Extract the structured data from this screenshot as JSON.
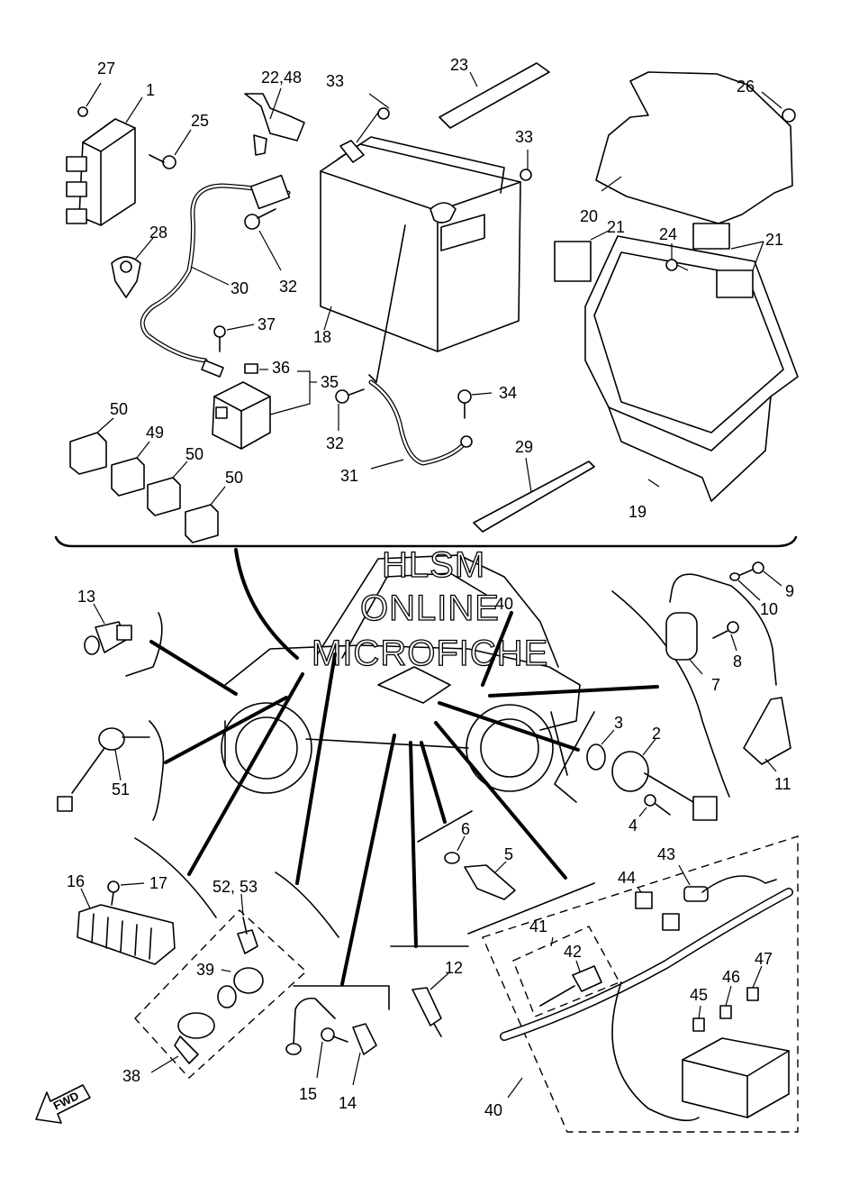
{
  "watermark": {
    "line1": "HLSM",
    "line2": "ONLINE",
    "line3": "MICROFICHE"
  },
  "direction_arrow": "FWD",
  "callouts": [
    {
      "id": "c1",
      "text": "1"
    },
    {
      "id": "c2",
      "text": "2"
    },
    {
      "id": "c3",
      "text": "3"
    },
    {
      "id": "c4",
      "text": "4"
    },
    {
      "id": "c5",
      "text": "5"
    },
    {
      "id": "c6",
      "text": "6"
    },
    {
      "id": "c7",
      "text": "7"
    },
    {
      "id": "c8",
      "text": "8"
    },
    {
      "id": "c9",
      "text": "9"
    },
    {
      "id": "c10",
      "text": "10"
    },
    {
      "id": "c11",
      "text": "11"
    },
    {
      "id": "c12",
      "text": "12"
    },
    {
      "id": "c13",
      "text": "13"
    },
    {
      "id": "c14",
      "text": "14"
    },
    {
      "id": "c15",
      "text": "15"
    },
    {
      "id": "c16",
      "text": "16"
    },
    {
      "id": "c17",
      "text": "17"
    },
    {
      "id": "c18",
      "text": "18"
    },
    {
      "id": "c19",
      "text": "19"
    },
    {
      "id": "c20",
      "text": "20"
    },
    {
      "id": "c21a",
      "text": "21"
    },
    {
      "id": "c21b",
      "text": "21"
    },
    {
      "id": "c22",
      "text": "22,48"
    },
    {
      "id": "c23",
      "text": "23"
    },
    {
      "id": "c24",
      "text": "24"
    },
    {
      "id": "c25",
      "text": "25"
    },
    {
      "id": "c26",
      "text": "26"
    },
    {
      "id": "c27",
      "text": "27"
    },
    {
      "id": "c28",
      "text": "28"
    },
    {
      "id": "c29",
      "text": "29"
    },
    {
      "id": "c30",
      "text": "30"
    },
    {
      "id": "c31",
      "text": "31"
    },
    {
      "id": "c32a",
      "text": "32"
    },
    {
      "id": "c32b",
      "text": "32"
    },
    {
      "id": "c33a",
      "text": "33"
    },
    {
      "id": "c33b",
      "text": "33"
    },
    {
      "id": "c34",
      "text": "34"
    },
    {
      "id": "c35",
      "text": "35"
    },
    {
      "id": "c36",
      "text": "36"
    },
    {
      "id": "c37",
      "text": "37"
    },
    {
      "id": "c38",
      "text": "38"
    },
    {
      "id": "c39",
      "text": "39"
    },
    {
      "id": "c40a",
      "text": "40"
    },
    {
      "id": "c40b",
      "text": "40"
    },
    {
      "id": "c41",
      "text": "41"
    },
    {
      "id": "c42",
      "text": "42"
    },
    {
      "id": "c43",
      "text": "43"
    },
    {
      "id": "c44",
      "text": "44"
    },
    {
      "id": "c45",
      "text": "45"
    },
    {
      "id": "c46",
      "text": "46"
    },
    {
      "id": "c47",
      "text": "47"
    },
    {
      "id": "c49",
      "text": "49"
    },
    {
      "id": "c50a",
      "text": "50"
    },
    {
      "id": "c50b",
      "text": "50"
    },
    {
      "id": "c50c",
      "text": "50"
    },
    {
      "id": "c51",
      "text": "51"
    },
    {
      "id": "c52",
      "text": "52, 53"
    }
  ]
}
